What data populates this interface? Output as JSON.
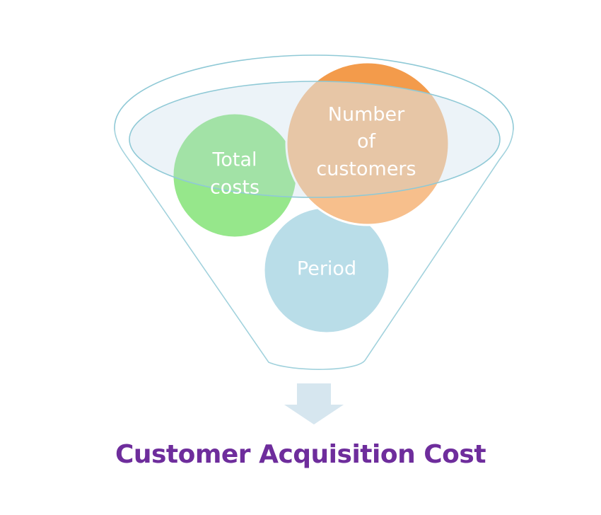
{
  "diagram": {
    "circles": {
      "total_costs": {
        "lines": [
          "Total",
          "costs"
        ],
        "color": "#5CD94A"
      },
      "number_of_customers": {
        "lines": [
          "Number",
          "of",
          "customers"
        ],
        "color": "#F39B4B"
      },
      "period": {
        "lines": [
          "Period"
        ],
        "color": "#92CADC"
      }
    },
    "funnel_color": "#8FC9D6",
    "arrow_color": "#D6E6EF",
    "caption": {
      "text": "Customer Acquisition Cost",
      "color": "#6E2D9C"
    }
  }
}
